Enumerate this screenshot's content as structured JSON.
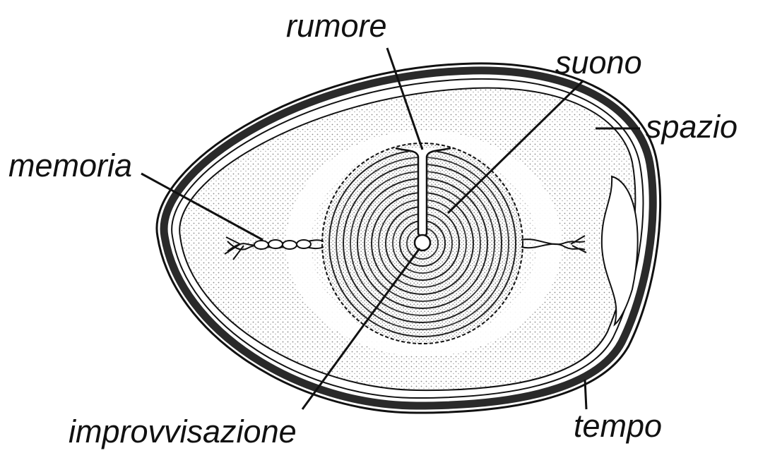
{
  "labels": {
    "rumore": "rumore",
    "suono": "suono",
    "spazio": "spazio",
    "memoria": "memoria",
    "improvvisazione": "improvvisazione",
    "tempo": "tempo"
  },
  "colors": {
    "ink": "#111111",
    "shell_dark": "#2a2a2a",
    "stipple": "#bdbdbd",
    "background": "#ffffff"
  }
}
